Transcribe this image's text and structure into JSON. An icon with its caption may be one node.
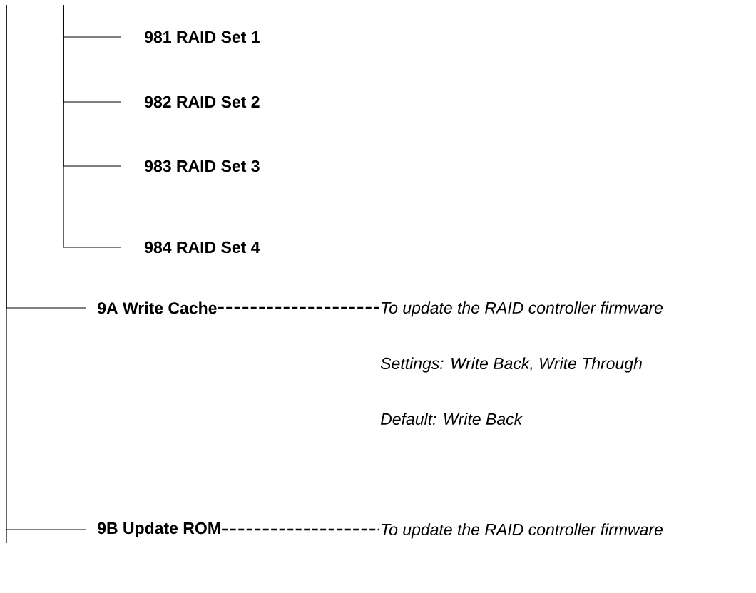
{
  "diagram": {
    "nodes": [
      {
        "text": [
          "981 RAID Set 1"
        ]
      },
      {
        "text": [
          "982 RAID Set 2"
        ]
      },
      {
        "text": [
          "983 RAID Set 3"
        ]
      },
      {
        "text": [
          "984 RAID Set 4"
        ]
      },
      {
        "text": [
          "9A Write Cache"
        ]
      },
      {
        "text": [
          "To update the RAID controller firmware Settings: Write Back, Write Through",
          "Default: Write Back"
        ]
      },
      {
        "text": [
          "9B Update ROM"
        ]
      },
      {
        "text": [
          "To update the RAID controller firmware"
        ]
      }
    ],
    "edges": [
      {
        "from": null,
        "to": 0,
        "arrow": "none"
      },
      {
        "from": null,
        "to": 1,
        "arrow": "none"
      },
      {
        "from": null,
        "to": 2,
        "arrow": "none"
      },
      {
        "from": null,
        "to": 3,
        "arrow": "none"
      },
      {
        "from": null,
        "to": 4,
        "arrow": "none"
      },
      {
        "from": null,
        "to": 6,
        "arrow": "none"
      },
      {
        "from": 4,
        "to": 5,
        "arrow": "none",
        "style": "dashed"
      },
      {
        "from": 6,
        "to": 7,
        "arrow": "none",
        "style": "dashed"
      }
    ]
  }
}
